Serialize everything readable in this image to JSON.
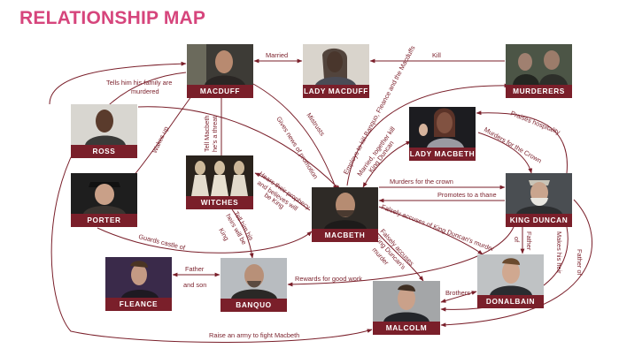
{
  "title": "RELATIONSHIP MAP",
  "characters": {
    "macduff": "MACDUFF",
    "lady_macduff": "LADY MACDUFF",
    "murderers": "MURDERERS",
    "ross": "ROSS",
    "lady_macbeth": "LADY MACBETH",
    "witches": "WITCHES",
    "porter": "PORTER",
    "macbeth": "MACBETH",
    "king_duncan": "KING DUNCAN",
    "fleance": "FLEANCE",
    "banquo": "BANQUO",
    "donalbain": "DONALBAIN",
    "malcolm": "MALCOLM"
  },
  "relationships": {
    "married": "Married",
    "kill": "Kill",
    "tells_him_1": "Tells him his family are",
    "tells_him_2": "murdered",
    "mistrusts": "Mistrusts",
    "gives_news": "Gives news of promotion",
    "tell_macbeth_1": "Tell Macbeth",
    "tell_macbeth_2": "he's a threat",
    "employs": "Employs to kill Banquo, Fleance and the Macduffs",
    "married_together": "Married, together kill",
    "king_duncan": "King Duncan",
    "praises": "Praises hospitality",
    "murders_crown_1": "Murders for the Crown",
    "murders_crown_2": "Murders for the crown",
    "promotes": "Promotes to a thane",
    "wakes_up": "Wakes up",
    "hears_1": "Hears their prophecy",
    "hears_2": "and believes will",
    "hears_3": "be King",
    "tell_him_1": "Tell him his",
    "tell_him_2": "heirs will be",
    "tell_him_3": "King",
    "falsely_1": "Falsely accuses of King Duncan's murder",
    "falsely_2a": "Falsely accuses",
    "falsely_2b": "King Duncan's",
    "falsely_2c": "murder",
    "father_donalbain": "Father",
    "father_of": "of",
    "makes_heir": "Makes his heir",
    "father_of_malcolm": "Father of",
    "guards": "Guards castle of",
    "father_son_1": "Father",
    "father_son_2": "and son",
    "rewards": "Rewards for good work",
    "brothers": "Brothers",
    "raise_army": "Raise an army to fight Macbeth"
  },
  "colors": {
    "accent": "#d6457c",
    "edge": "#7a1f2a",
    "label_bar": "#7a1f2a"
  }
}
